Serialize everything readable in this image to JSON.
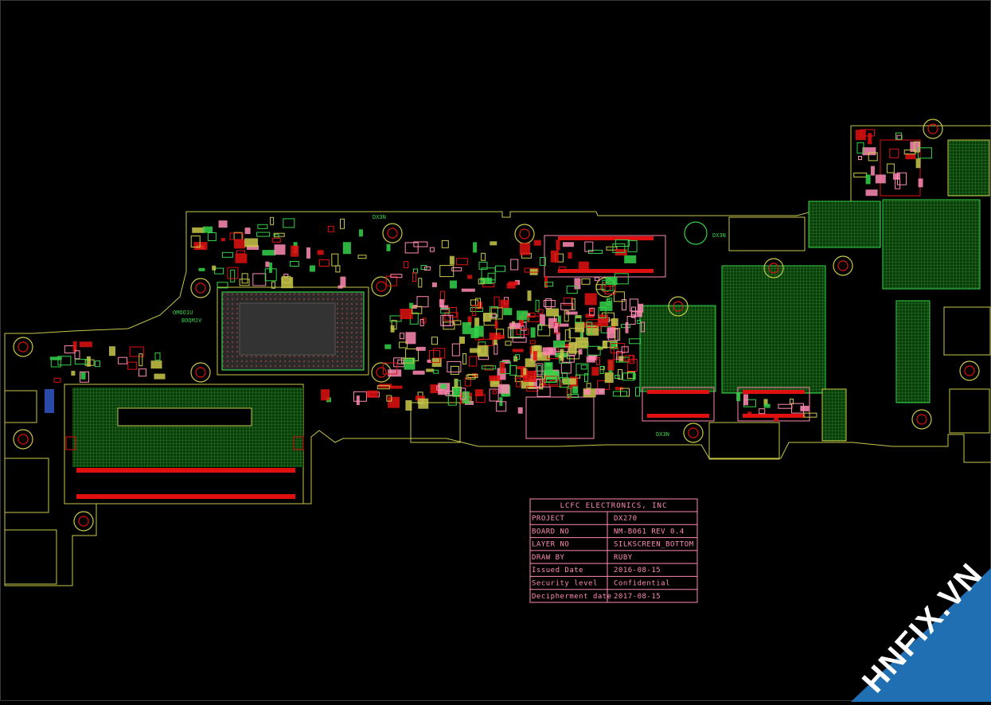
{
  "title_block": {
    "company": "LCFC ELECTRONICS, INC",
    "rows": [
      {
        "label": "PROJECT",
        "value": "DX270"
      },
      {
        "label": "BOARD NO",
        "value": "NM-B061 REV 0.4"
      },
      {
        "label": "LAYER NO",
        "value": "SILKSCREEN_BOTTOM"
      },
      {
        "label": "DRAW BY",
        "value": "RUBY"
      },
      {
        "label": "Issued Date",
        "value": "2016-08-15"
      },
      {
        "label": "Security level",
        "value": "Confidential"
      },
      {
        "label": "Decipherment date",
        "value": "2017-08-15"
      }
    ]
  },
  "silkscreen_labels": {
    "dx3n_top": "DX3N",
    "dx3n_right": "DX3N",
    "dx3n_bottom": "DX3N",
    "logo_top": "OMOO1U",
    "logo_bottom": "BOQMJV"
  },
  "watermark": {
    "text": "HNFIX.VN",
    "accent": "X",
    "ribbon_color": "#1f6fb2",
    "accent_color": "#e21b23"
  },
  "colors": {
    "board_outline": "#c8c84a",
    "copper_fill": "#2e8b2e",
    "pad_red": "#e01010",
    "silkscreen_green": "#34d24a",
    "title_pink": "#ff8ab4"
  }
}
